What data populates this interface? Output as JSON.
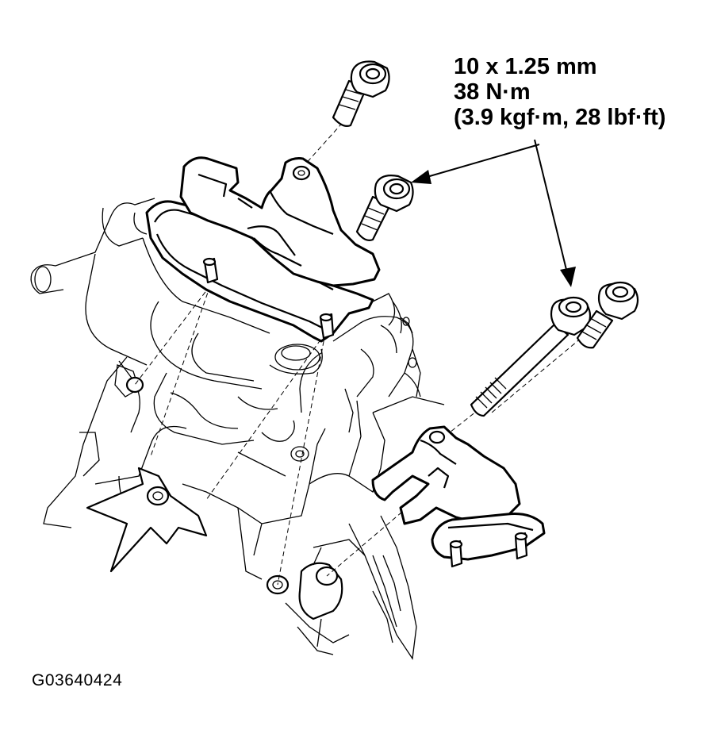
{
  "torque_spec": {
    "line1": "10 x 1.25 mm",
    "line2": "38 N·m",
    "line3": "(3.9 kgf·m, 28 lbf·ft)"
  },
  "figure_id": "G03640424"
}
